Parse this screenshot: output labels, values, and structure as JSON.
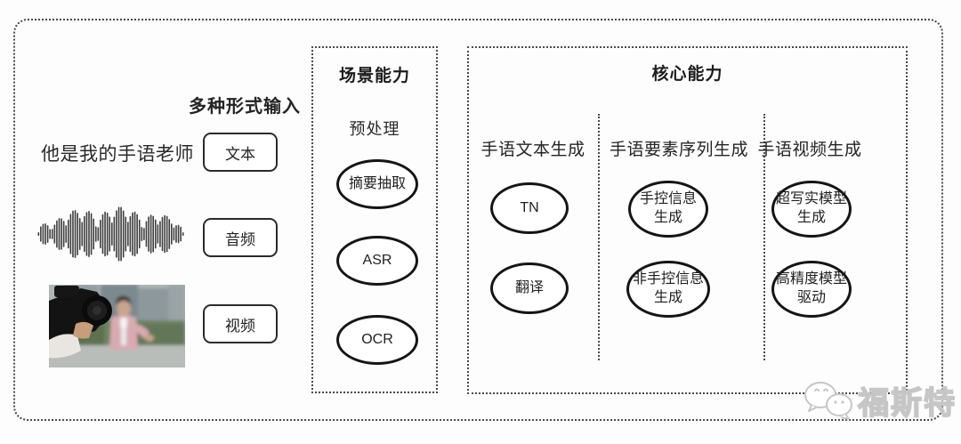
{
  "diagram": {
    "input_section": {
      "title": "多种形式输入",
      "text_example": "他是我的手语老师",
      "rows": [
        {
          "label": "文本",
          "example": "text-sentence"
        },
        {
          "label": "音频",
          "example": "audio-waveform"
        },
        {
          "label": "视频",
          "example": "video-photo"
        }
      ]
    },
    "scene_box": {
      "title": "场景能力",
      "subtitle": "预处理",
      "nodes": [
        "摘要抽取",
        "ASR",
        "OCR"
      ]
    },
    "core_box": {
      "title": "核心能力",
      "columns": [
        {
          "header": "手语文本生成",
          "nodes": [
            "TN",
            "翻译"
          ]
        },
        {
          "header": "手语要素序列生成",
          "nodes": [
            "手控信息\n生成",
            "非手控信息\n生成"
          ]
        },
        {
          "header": "手语视频生成",
          "nodes": [
            "超写实模型\n生成",
            "高精度模型\n驱动"
          ]
        }
      ]
    },
    "watermark": {
      "text": "福斯特",
      "icon": "chat-bubbles-faces-icon"
    }
  },
  "colors": {
    "line": "#4a4a4a",
    "node_border": "#151515",
    "text": "#1f1f1f",
    "watermark": "#c6c6c6",
    "background": "#ffffff"
  }
}
